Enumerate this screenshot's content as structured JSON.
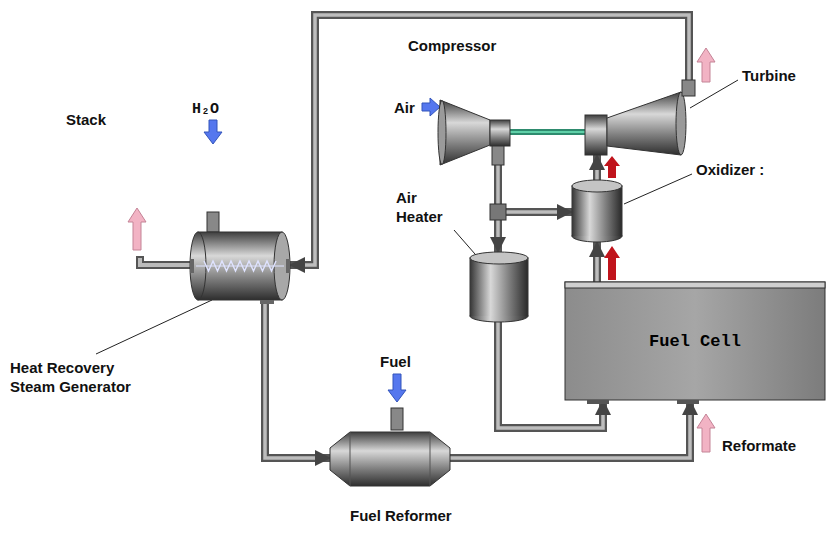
{
  "diagram": {
    "nodes": [
      {
        "text": [
          "Compressor"
        ]
      },
      {
        "text": [
          "Turbine"
        ]
      },
      {
        "text": [
          "Oxidizer :"
        ]
      },
      {
        "text": [
          "Air Heater"
        ]
      },
      {
        "text": [
          "Fuel Cell"
        ]
      },
      {
        "text": [
          "Heat Recovery Steam Generator"
        ]
      },
      {
        "text": [
          "Fuel Reformer"
        ]
      }
    ],
    "edges": [
      {
        "from": 0,
        "to": 3,
        "arrow": "to"
      },
      {
        "from": 0,
        "to": 2,
        "arrow": "to"
      },
      {
        "from": 3,
        "to": 4,
        "arrow": "to"
      },
      {
        "from": 4,
        "to": 2,
        "arrow": "to"
      },
      {
        "from": 2,
        "to": 1,
        "arrow": "to"
      },
      {
        "from": 1,
        "to": 5,
        "arrow": "to"
      },
      {
        "from": 5,
        "to": 6,
        "arrow": "to"
      },
      {
        "from": 6,
        "to": 4,
        "arrow": "to"
      },
      {
        "from": 0,
        "to": 1,
        "arrow": "none"
      }
    ],
    "labels": [
      "Air",
      "Stack",
      "H₂O",
      "Fuel",
      "Reformate"
    ]
  }
}
